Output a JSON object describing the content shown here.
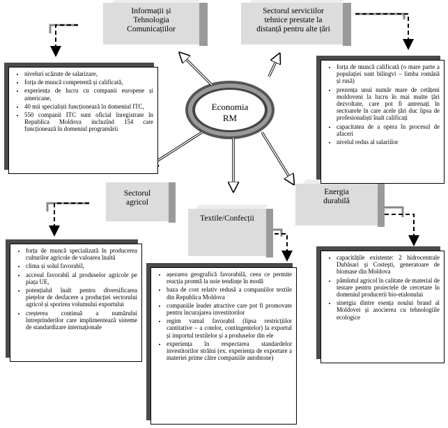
{
  "nodes": {
    "it": {
      "title": "Informații și\nTehnologia\nComunicațiilor"
    },
    "services": {
      "title": "Sectorul serviciilor\ntehnice prestate la\ndistanță pentru alte țări"
    },
    "agri": {
      "title": "Sectorul\nagricol"
    },
    "textile": {
      "title": "Textile/Confecții"
    },
    "energy": {
      "title": "Energia\ndurabilă"
    },
    "center": {
      "title": "Economia\nRM"
    }
  },
  "panels": {
    "it": [
      "niveluri scăzute de salarizare,",
      "forța de muncă competentă și calificată,",
      "experiența de lucru cu companii europene și americane,",
      "40 mii specialiști funcționează în domeniul ITC,",
      "550 companii ITC sunt oficial înregistrate în Republica Moldova incluzînd 154 care funcționează în domeniul programării"
    ],
    "services": [
      "forța de muncă calificată (o mare parte a populației sunt bilingvi – limba română și rusă)",
      "prezența unui număr mare de cetățeni moldoveni la lucru în mai multe țări dezvoltate, care pot fi antrenați în sectoarele în care acele țări duc lipsa de profesionaliști înalt calificați",
      "capacitatea de a opera în procesul de afaceri",
      "nivelul redus al salariilor"
    ],
    "agri": [
      "forța de muncă specializată în producerea culturilor agricole de valoarea înaltă",
      "clima și solul favorabil,",
      "accesul favorabil al produselor agricole pe piața UE,",
      "potențialul înalt pentru diversificarea piețelor de desfacere a producției sectorului agricol și sporirea volumului exportului",
      "creșterea continuă a numărului întreprinderilor care implimentează sisteme de standardizare internaționale"
    ],
    "textile": [
      "așezarea geografică favorabilă, ceea ce permite reacția promtă la noie tendințe în modă",
      "baza de cost relativ redusă a companiilor textile din Republica Moldova",
      "companiile leader atractive care pot fi promovate pentru încurajarea investitorilor",
      "regim vamal favorabil (lipsa restricțiilor cantitative – a cotelor, contingentelor) la exportul și importul textilelor și a produselor din ele",
      "experiența în respectarea standardelor investitorilor străini (ex. experiența de exportare a materiei prime către companiile autohtone)"
    ],
    "energy": [
      "capacitățile existente: 2 hidrocentrale Dubăsari și Costeşti, generatoare de biomase din Moldova",
      "pămîntul agricol în calitate de material de testare pentru proiectele de cercetare în domeniul producerii bio-etalonului",
      "sinergia dintre esența noului brand al Moldovei și asocierea cu tehnologiile ecologice"
    ]
  }
}
